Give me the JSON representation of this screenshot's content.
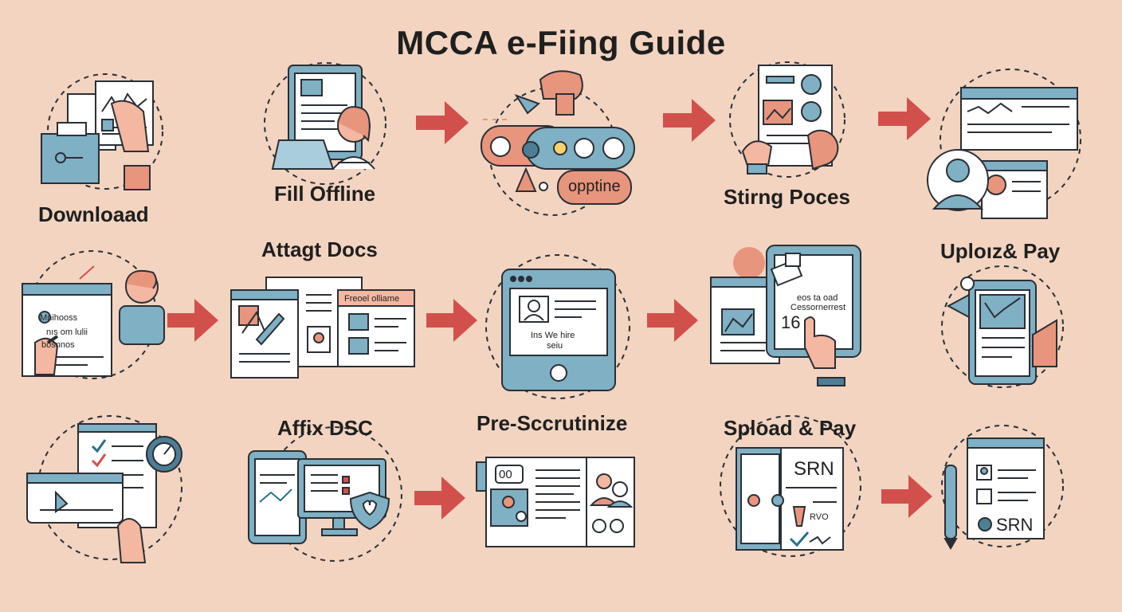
{
  "title": "MCCA e-Fiing Guide",
  "steps": {
    "download": "Downloaad",
    "fill_offline": "Fill Offline",
    "stirng": "Stirng Poces",
    "attach": "Attagt Docs",
    "upload_top": "Uploız& Pay",
    "affix": "Affix DSC",
    "prescrutinize": "Pre-Sccrutinize",
    "spload": "Spload & Pay"
  },
  "icon_text": {
    "opptine": "opptine",
    "form_lines": [
      "Mnihooss",
      "nıs om lulii",
      "bosnnos"
    ],
    "prevel_olliame": "Freoel olliame",
    "ins_we_hire_1": "Ins We hire",
    "ins_we_hire_2": "seiu",
    "cost_line_1": "eos ta oad",
    "cost_line_2": "Cessornerrest",
    "cost_number": "16",
    "srn_1": "SRN",
    "srn_2": "SRN",
    "badge_00": "00",
    "rvo": "RVO"
  },
  "colors": {
    "background": "#f2d4c0",
    "teal": "#7fb0c4",
    "coral": "#e8957e",
    "arrow": "#d2504c",
    "outline": "#2a2f35"
  }
}
